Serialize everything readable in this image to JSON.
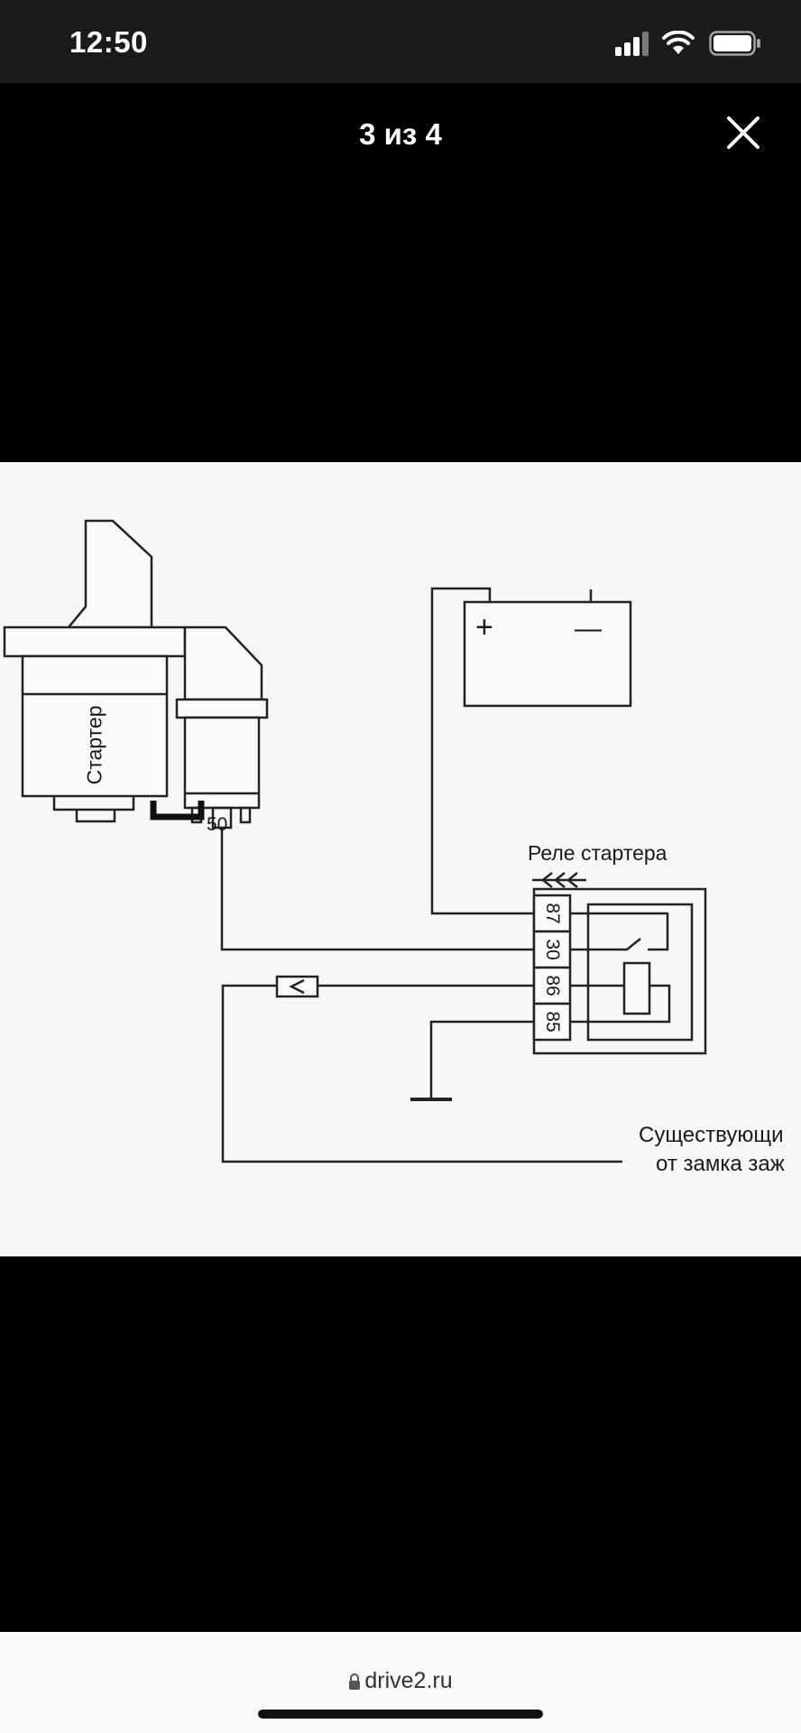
{
  "status_bar": {
    "time": "12:50",
    "icons": [
      "cellular-signal-icon",
      "wifi-icon",
      "battery-icon"
    ]
  },
  "viewer": {
    "counter": "3 из 4",
    "close_icon": "close-icon"
  },
  "diagram": {
    "starter_label": "Стартер",
    "terminal_50": "50",
    "relay_title": "Реле стартера",
    "battery_plus": "+",
    "battery_minus": "—",
    "relay_pins": [
      "87",
      "30",
      "86",
      "85"
    ],
    "caption_line1": "Существующи",
    "caption_line2": "от замка заж"
  },
  "browser_bar": {
    "url": "drive2.ru",
    "lock_icon": "lock-icon"
  },
  "colors": {
    "status_bar_bg": "#1b1b1b",
    "viewer_bg": "#000000",
    "photo_bg": "#f7f7f7",
    "bottom_bar_bg": "#f9f9f9"
  }
}
